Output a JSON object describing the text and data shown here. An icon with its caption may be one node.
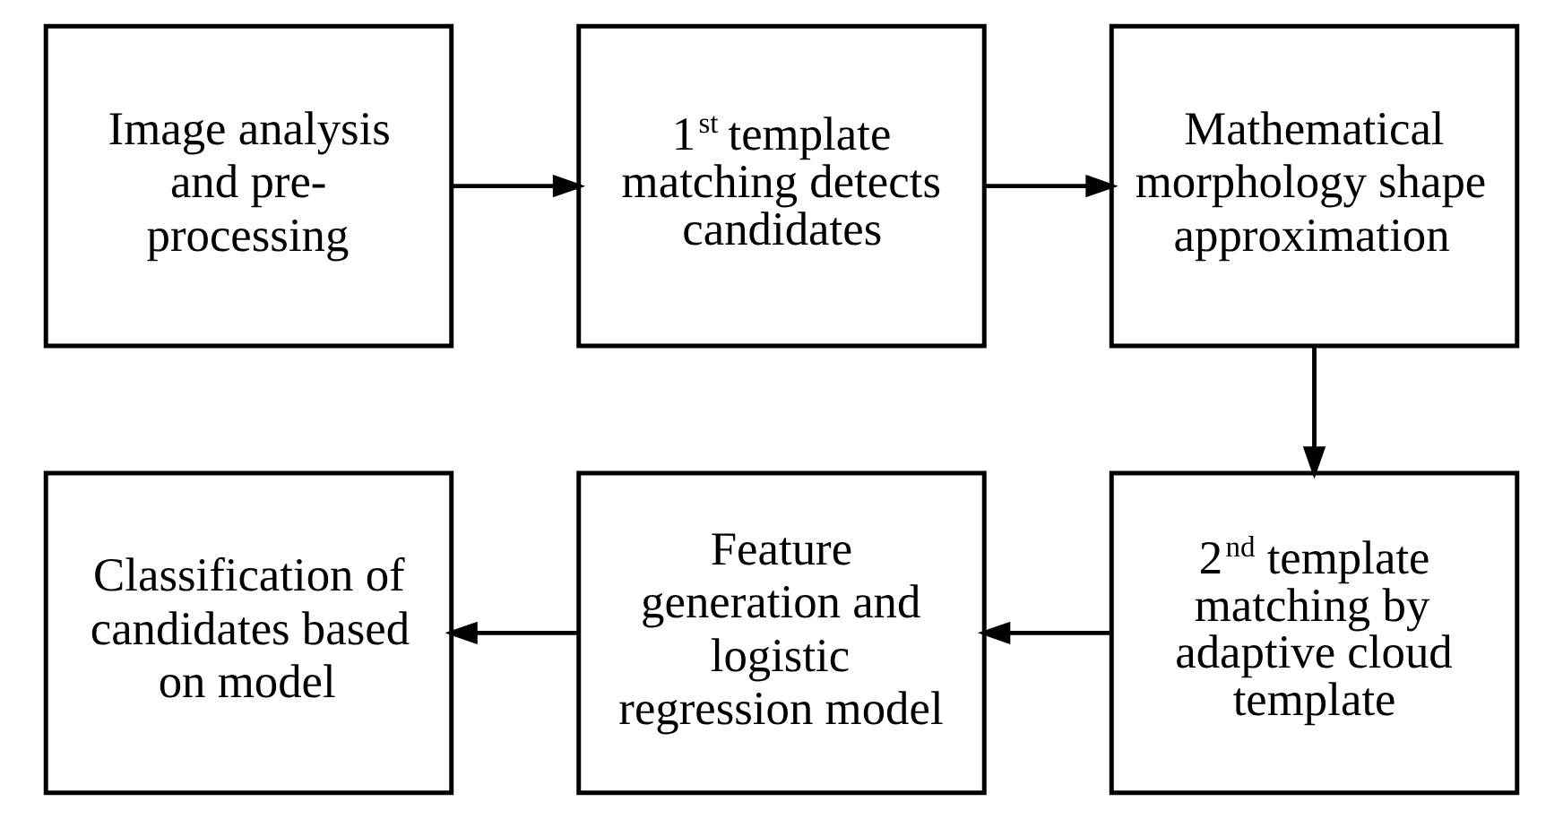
{
  "diagram": {
    "nodes": [
      {
        "text": [
          "Image analysis and pre-processing"
        ]
      },
      {
        "text": [
          "1$^{st}$ template matching detects candidates"
        ]
      },
      {
        "text": [
          "Mathematical morphology shape approximation"
        ]
      },
      {
        "text": [
          "2$^{nd}$ template matching by adaptive cloud template"
        ]
      },
      {
        "text": [
          "Feature generation and logistic regression model"
        ]
      },
      {
        "text": [
          "Classification of candidates based on model"
        ]
      }
    ],
    "edges": [
      {
        "from": 0,
        "to": 1,
        "arrow": "to"
      },
      {
        "from": 1,
        "to": 2,
        "arrow": "to"
      },
      {
        "from": 2,
        "to": 3,
        "arrow": "to"
      },
      {
        "from": 3,
        "to": 4,
        "arrow": "to"
      },
      {
        "from": 4,
        "to": 5,
        "arrow": "to"
      }
    ]
  }
}
